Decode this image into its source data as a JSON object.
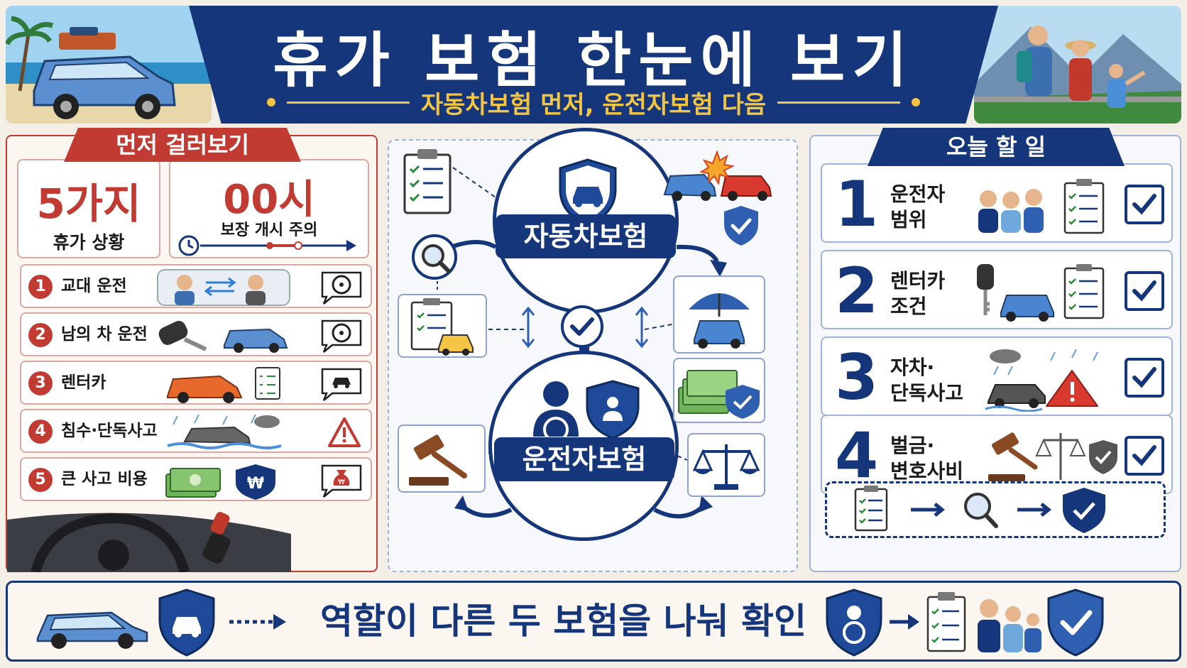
{
  "header": {
    "title": "휴가 보험 한눈에 보기",
    "subtitle": "자동차보험 먼저, 운전자보험 다음"
  },
  "left": {
    "tab": "먼저 걸러보기",
    "stat1_value": "5가지",
    "stat1_label": "휴가 상황",
    "stat2_value": "00시",
    "stat2_label": "보장 개시 주의",
    "items": [
      {
        "num": "1",
        "label": "교대 운전"
      },
      {
        "num": "2",
        "label": "남의 차 운전"
      },
      {
        "num": "3",
        "label": "렌터카"
      },
      {
        "num": "4",
        "label": "침수·단독사고"
      },
      {
        "num": "5",
        "label": "큰 사고 비용"
      }
    ]
  },
  "middle": {
    "top_label": "자동차보험",
    "bottom_label": "운전자보험"
  },
  "right": {
    "tab": "오늘 할 일",
    "tasks": [
      {
        "num": "1",
        "line1": "운전자",
        "line2": "범위"
      },
      {
        "num": "2",
        "line1": "렌터카",
        "line2": "조건"
      },
      {
        "num": "3",
        "line1": "자차·",
        "line2": "단독사고"
      },
      {
        "num": "4",
        "line1": "벌금·",
        "line2": "변호사비"
      }
    ]
  },
  "footer": {
    "text": "역할이 다른 두 보험을 나눠 확인"
  },
  "colors": {
    "navy": "#15367a",
    "red": "#c23b33",
    "gold": "#f4c542",
    "cream": "#f3efe6"
  }
}
